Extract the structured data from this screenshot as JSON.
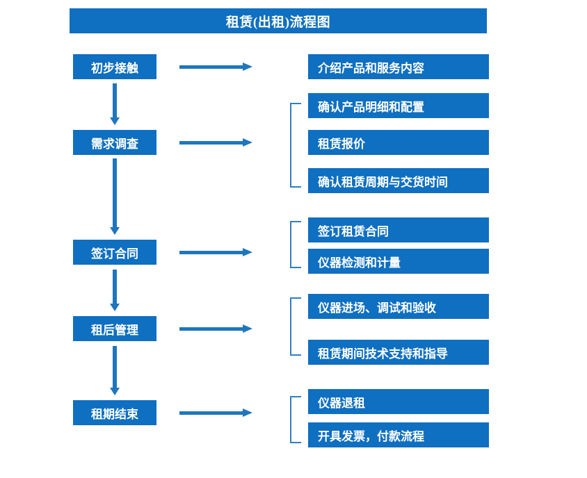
{
  "title": {
    "text": "租赁(出租)流程图"
  },
  "colors": {
    "box_fill": "#0F6FC0",
    "box_text": "#FFFFFF",
    "arrow": "#1F76BC",
    "bracket": "#2F7FC1",
    "background": "#FFFFFF"
  },
  "stages": [
    {
      "id": "stage-1",
      "label": "初步接触"
    },
    {
      "id": "stage-2",
      "label": "需求调查"
    },
    {
      "id": "stage-3",
      "label": "签订合同"
    },
    {
      "id": "stage-4",
      "label": "租后管理"
    },
    {
      "id": "stage-5",
      "label": "租期结束"
    }
  ],
  "tasks": [
    {
      "id": "task-1",
      "label": "介绍产品和服务内容"
    },
    {
      "id": "task-2",
      "label": "确认产品明细和配置"
    },
    {
      "id": "task-3",
      "label": "租赁报价"
    },
    {
      "id": "task-4",
      "label": "确认租赁周期与交货时间"
    },
    {
      "id": "task-5",
      "label": "签订租赁合同"
    },
    {
      "id": "task-6",
      "label": "仪器检测和计量"
    },
    {
      "id": "task-7",
      "label": "仪器进场、调试和验收"
    },
    {
      "id": "task-8",
      "label": "租赁期间技术支持和指导"
    },
    {
      "id": "task-9",
      "label": "仪器退租"
    },
    {
      "id": "task-10",
      "label": "开具发票，付款流程"
    }
  ],
  "icons": {
    "arrow_right": "right-arrow-icon",
    "arrow_down": "down-arrow-icon",
    "group_bracket": "group-bracket-icon"
  }
}
